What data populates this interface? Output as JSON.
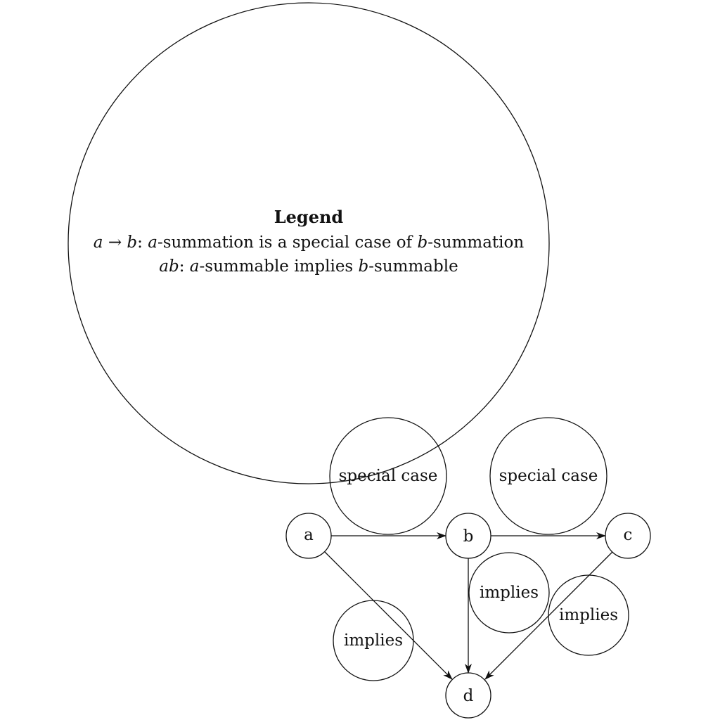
{
  "legend": {
    "title": "Legend",
    "line1": {
      "a": "a",
      "arrow": " → ",
      "b": "b",
      "colon": ":",
      "a2": "a",
      "mid": "-summation is a special case of ",
      "b2": "b",
      "end": "-summation"
    },
    "line2": {
      "ab": "ab",
      "colon": ":",
      "a": "a",
      "mid": "-summable implies ",
      "b": "b",
      "end": "-summable"
    }
  },
  "nodes": {
    "a": "a",
    "b": "b",
    "c": "c",
    "d": "d"
  },
  "edge_labels": {
    "special_case_ab": "special case",
    "special_case_bc": "special case",
    "implies_ad": "implies",
    "implies_bd": "implies",
    "implies_cd": "implies"
  },
  "colors": {
    "stroke": "#111111",
    "background": "#ffffff"
  }
}
